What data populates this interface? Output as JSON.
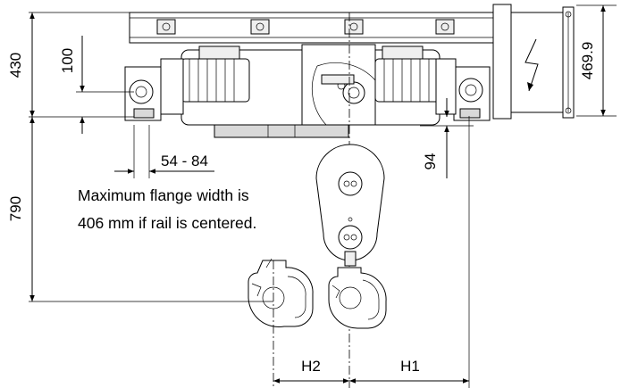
{
  "dimensions": {
    "total_height_upper": "430",
    "offset_100": "100",
    "hook_drop": "790",
    "flange_range": "54 - 84",
    "gap_94": "94",
    "motor_height": "469.9",
    "h2": "H2",
    "h1": "H1"
  },
  "note": {
    "line1": "Maximum flange width is",
    "line2": "406 mm if rail is centered."
  }
}
